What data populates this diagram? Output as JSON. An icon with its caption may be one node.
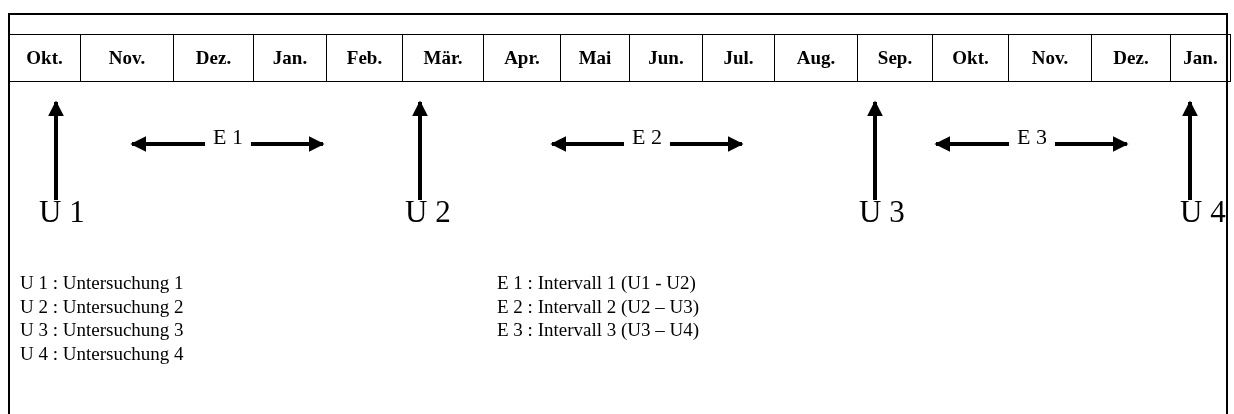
{
  "diagram": {
    "nodes": [
      {
        "text": [
          "Okt."
        ]
      },
      {
        "text": [
          "Nov."
        ]
      },
      {
        "text": [
          "Dez."
        ]
      },
      {
        "text": [
          "Jan."
        ]
      },
      {
        "text": [
          "Feb."
        ]
      },
      {
        "text": [
          "Mär."
        ]
      },
      {
        "text": [
          "Apr."
        ]
      },
      {
        "text": [
          "Mai"
        ]
      },
      {
        "text": [
          "Jun."
        ]
      },
      {
        "text": [
          "Jul."
        ]
      },
      {
        "text": [
          "Aug."
        ]
      },
      {
        "text": [
          "Sep."
        ]
      },
      {
        "text": [
          "Okt."
        ]
      },
      {
        "text": [
          "Nov."
        ]
      },
      {
        "text": [
          "Dez."
        ]
      },
      {
        "text": [
          "Jan."
        ]
      },
      {
        "text": [
          "U 1"
        ]
      },
      {
        "text": [
          "U 2"
        ]
      },
      {
        "text": [
          "U 3"
        ]
      },
      {
        "text": [
          "U 4"
        ]
      },
      {
        "text": [
          "E 1"
        ]
      },
      {
        "text": [
          "E 2"
        ]
      },
      {
        "text": [
          "E 3"
        ]
      }
    ],
    "edges": [
      {
        "from": 16,
        "to": 0,
        "arrow": "to"
      },
      {
        "from": 17,
        "to": 5,
        "arrow": "to"
      },
      {
        "from": 18,
        "to": 11,
        "arrow": "to"
      },
      {
        "from": 19,
        "to": 15,
        "arrow": "to"
      },
      {
        "from": 20,
        "to": null,
        "arrow": "to"
      },
      {
        "from": 20,
        "to": null,
        "arrow": "to"
      },
      {
        "from": 21,
        "to": null,
        "arrow": "to"
      },
      {
        "from": 21,
        "to": null,
        "arrow": "to"
      },
      {
        "from": 22,
        "to": null,
        "arrow": "to"
      },
      {
        "from": 22,
        "to": null,
        "arrow": "to"
      }
    ],
    "labels": [
      "U 1 : Untersuchung 1",
      "E 1 : Intervall 1 (U1 - U2)",
      "U 2 : Untersuchung 2",
      "E 2 : Intervall 2 (U2 – U3)",
      "U 3 : Untersuchung 3",
      "E 3 : Intervall 3 (U3 – U4)",
      "U 4 : Untersuchung 4"
    ]
  }
}
